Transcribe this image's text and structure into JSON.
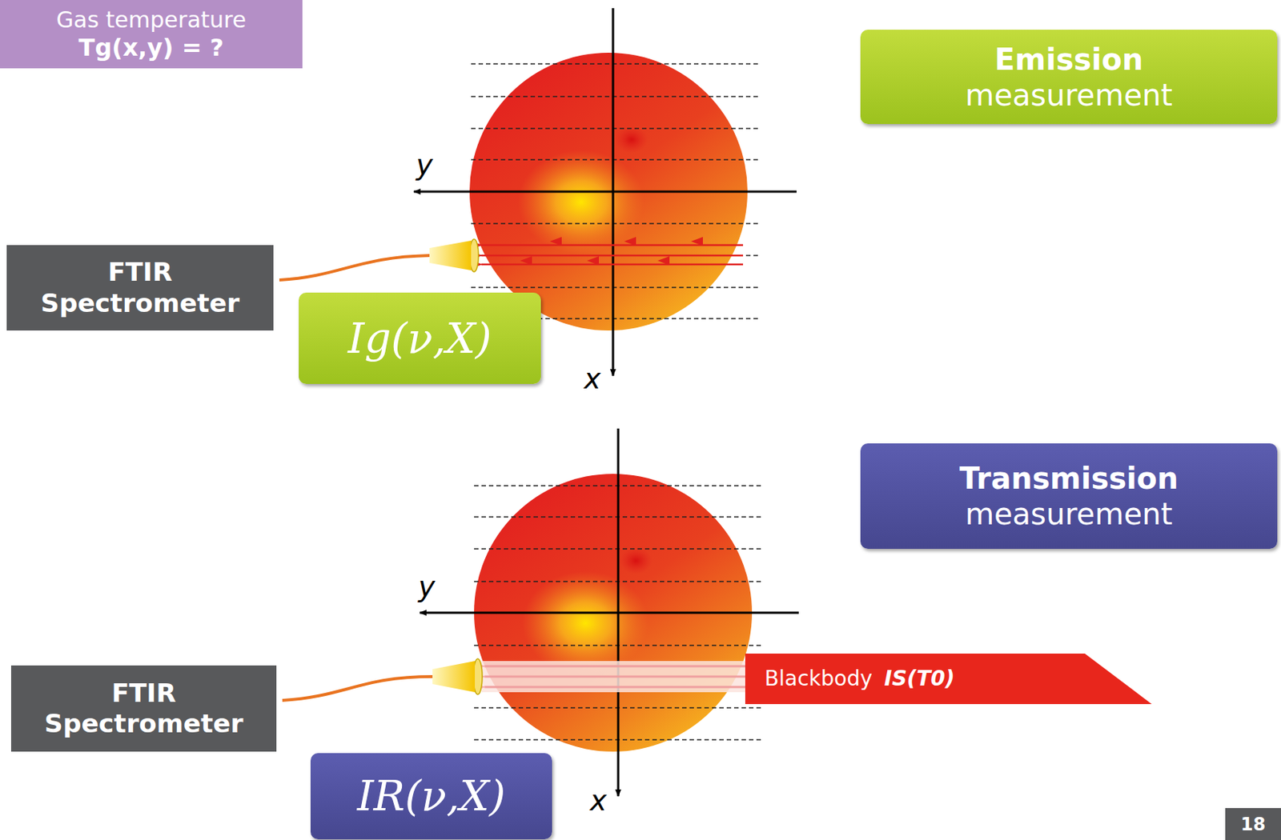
{
  "diagram": {
    "nodes": [
      {
        "text": [
          "Gas temperature",
          "Tg(x,y) = ?"
        ]
      },
      {
        "text": [
          "Emission",
          "measurement"
        ]
      },
      {
        "text": [
          "FTIR Spectrometer"
        ]
      },
      {
        "text": [
          "Ig(ν,X)"
        ]
      },
      {
        "text": [
          "Transmission",
          "measurement"
        ]
      },
      {
        "text": [
          "FTIR Spectrometer"
        ]
      },
      {
        "text": [
          "Blackbody",
          "IS(T0)"
        ]
      },
      {
        "text": [
          "IR(ν,X)"
        ]
      }
    ],
    "labels": [
      "y",
      "x",
      "y",
      "x",
      "18"
    ]
  }
}
